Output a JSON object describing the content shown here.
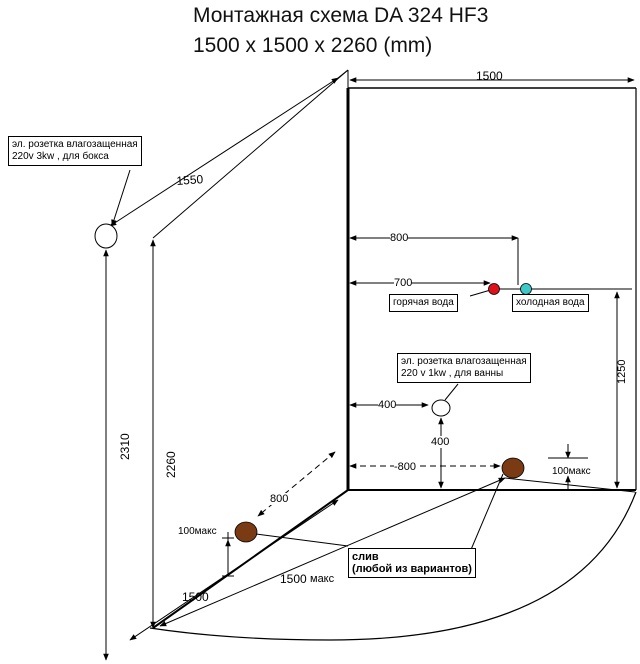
{
  "title": {
    "line1": "Монтажная схема DA 324 HF3",
    "line2": "1500 x 1500 x 2260 (mm)"
  },
  "dimensions": {
    "top_width": "1500",
    "diagonal_top": "1550",
    "wall_height_front": "2310",
    "wall_height_back": "2260",
    "hot_offset": "800",
    "cold_offset": "700",
    "socket_offset": "400",
    "socket_height": "400",
    "right_height": "1250",
    "drain_right_offset": "-800",
    "drain_right_max": "100макс",
    "drain_left_offset": "800",
    "drain_left_max": "100макс",
    "floor_front": "1500",
    "floor_diag": "1500",
    "floor_diag_max": "макс"
  },
  "labels": {
    "socket_box": "эл. розетка влагозащенная\n220v 3kw , для бокса",
    "hot_water": "горячая вода",
    "cold_water": "холодная вода",
    "socket_bath": "эл. розетка влагозащенная\n220 v 1kw , для ванны",
    "drain": "слив\n(любой из вариантов)"
  },
  "colors": {
    "hot": "#e0101a",
    "cold": "#40c8c8",
    "drain": "#7a3a14"
  }
}
